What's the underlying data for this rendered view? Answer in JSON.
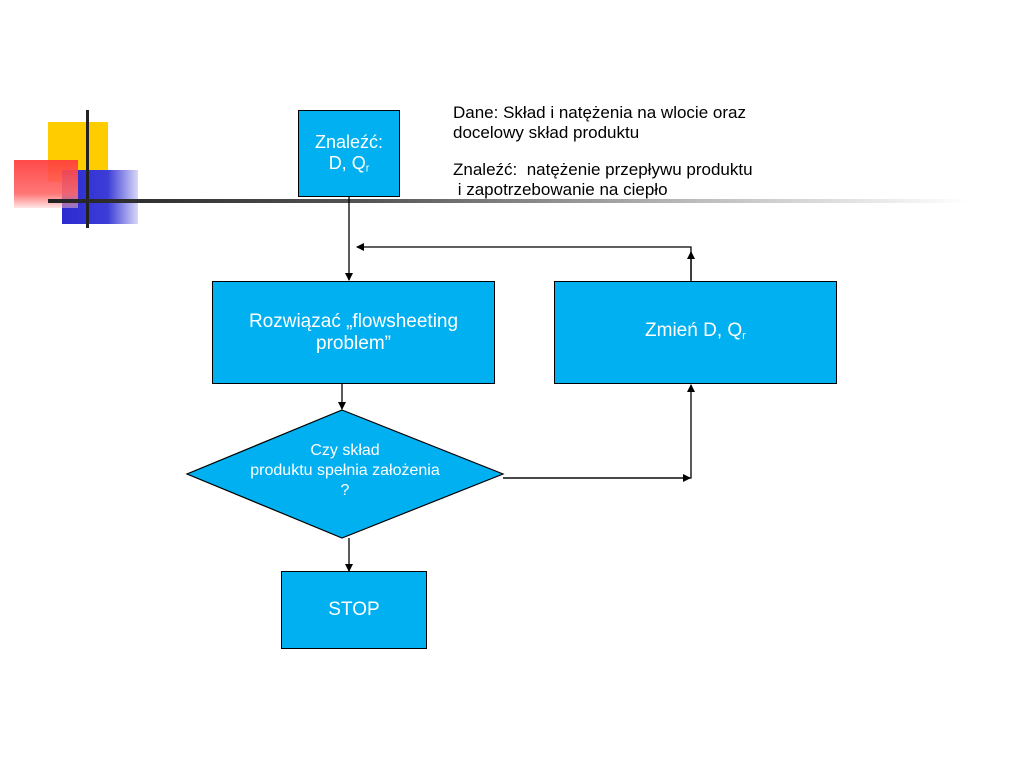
{
  "colors": {
    "box_fill": "#00b0f0",
    "border": "#000000",
    "text_in_shapes": "#ffffff",
    "deco_yellow": "#ffcc00",
    "deco_red": "#ff3333",
    "deco_blue": "#3333cc"
  },
  "nodes": {
    "find_box": {
      "line1": "Znaleźć:",
      "line2_main": "D, Q",
      "line2_sub": "r"
    },
    "solve_box": {
      "line1": "Rozwiązać „flowsheeting",
      "line2": "problem”"
    },
    "change_box": {
      "main": "Zmień D, Q",
      "sub": "r"
    },
    "decision": {
      "line1": "Czy skład",
      "line2": "produktu spełnia założenia",
      "line3": "?"
    },
    "stop_box": {
      "label": "STOP"
    }
  },
  "notes": {
    "given": {
      "line1": "Dane: Skład i natężenia na wlocie oraz",
      "line2": "docelowy skład produktu"
    },
    "find": {
      "line1": "Znaleźć:  natężenie przepływu produktu",
      "line2": " i zapotrzebowanie na ciepło"
    }
  }
}
